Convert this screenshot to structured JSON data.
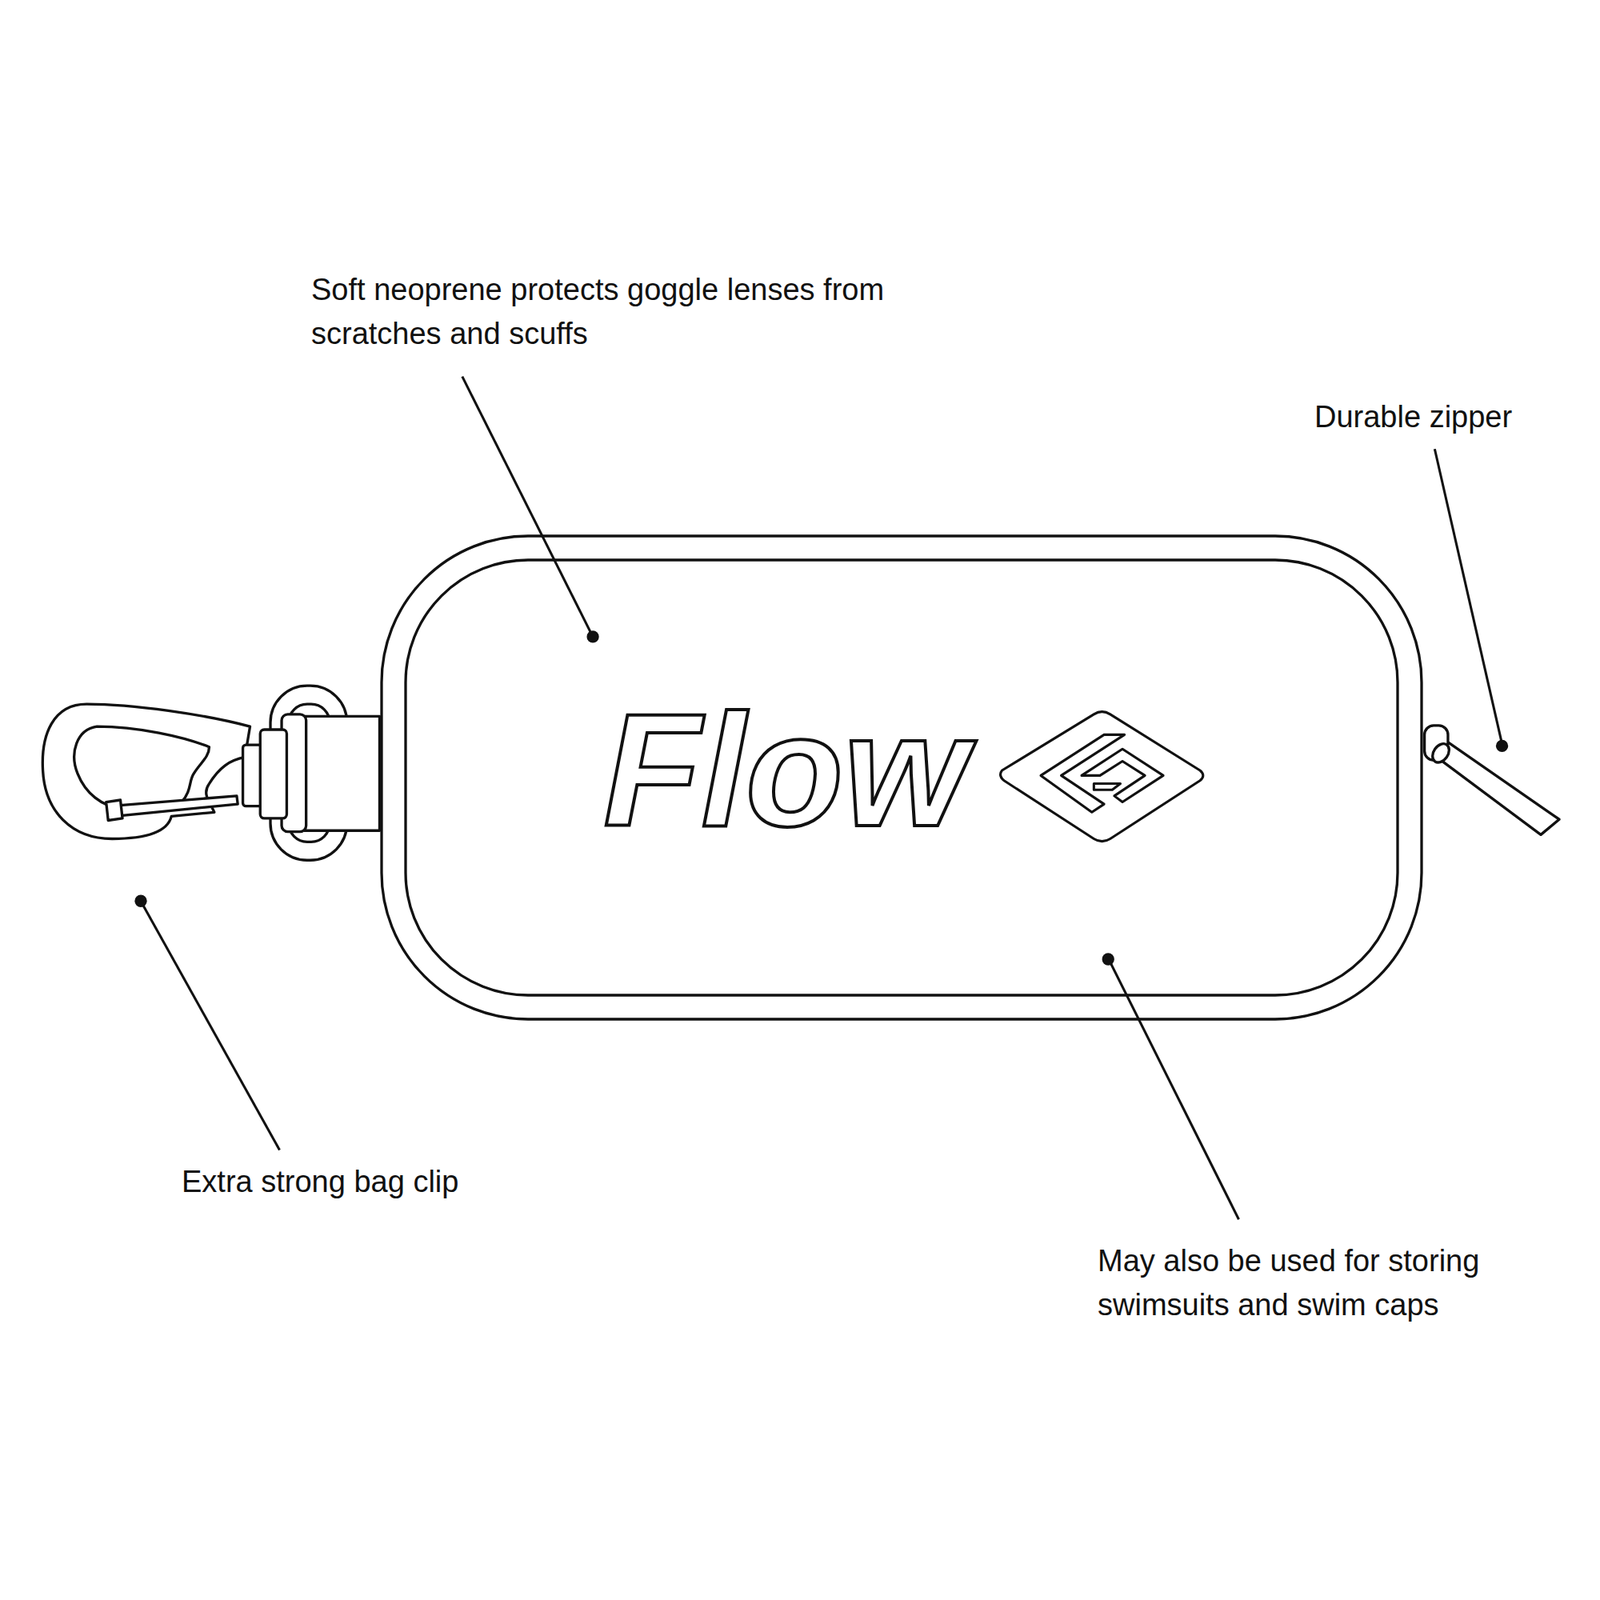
{
  "diagram": {
    "nodes": [
      {
        "text": [
          "Flow"
        ]
      }
    ],
    "labels": [
      "Soft neoprene protects goggle lenses from scratches and scuffs",
      "Durable zipper",
      "Extra strong bag clip",
      "May also be used for storing swimsuits and swim caps"
    ]
  }
}
